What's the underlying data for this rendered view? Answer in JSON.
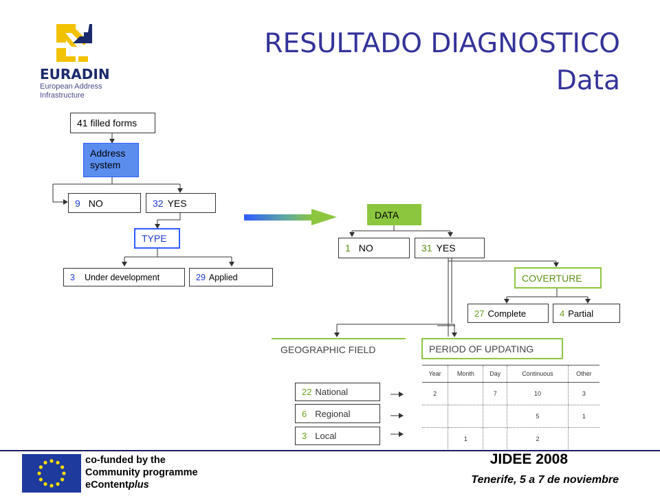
{
  "header": {
    "title_line1": "RESULTADO DIAGNOSTICO",
    "title_line2": "Data",
    "logo": {
      "name": "EURADIN",
      "subtitle_line1": "European Address",
      "subtitle_line2": "Infrastructure"
    }
  },
  "left_tree": {
    "root": "41 filled forms",
    "question_line1": "Address",
    "question_line2": "system",
    "no": {
      "num": "9",
      "label": "NO"
    },
    "yes": {
      "num": "32",
      "label": "YES"
    },
    "type_label": "TYPE",
    "under_dev": {
      "num": "3",
      "label": "Under development"
    },
    "applied": {
      "num": "29",
      "label": "Applied"
    }
  },
  "right_tree": {
    "data_label": "DATA",
    "no": {
      "num": "1",
      "label": "NO"
    },
    "yes": {
      "num": "31",
      "label": "YES"
    },
    "coverture_label": "COVERTURE",
    "complete": {
      "num": "27",
      "label": "Complete"
    },
    "partial": {
      "num": "4",
      "label": "Partial"
    },
    "geographic_label": "GEOGRAPHIC FIELD",
    "period_label": "PERIOD OF UPDATING",
    "geo_items": [
      {
        "num": "22",
        "label": "National"
      },
      {
        "num": "6",
        "label": "Regional"
      },
      {
        "num": "3",
        "label": "Local"
      }
    ]
  },
  "period_table": {
    "headers": [
      "Year",
      "Month",
      "Day",
      "Continuous",
      "Other"
    ],
    "rows": [
      [
        "2",
        "",
        "7",
        "10",
        "3"
      ],
      [
        "",
        "",
        "",
        "5",
        "1"
      ],
      [
        "",
        "1",
        "",
        "2",
        ""
      ]
    ]
  },
  "footer": {
    "cofund_line1": "co-funded by the",
    "cofund_line2": "Community programme",
    "cofund_line3_a": "eContent",
    "cofund_line3_b": "plus",
    "event": "JIDEE 2008",
    "location": "Tenerife, 5 a 7 de noviembre"
  },
  "colors": {
    "title_blue": "#33339a",
    "count_blue": "#1a3cc8",
    "count_green": "#6aa11e",
    "data_box_green": "#8cc63f",
    "address_box_blue": "#5b8dee",
    "eu_flag_blue": "#1e3a9c",
    "eu_star_yellow": "#ffdd00",
    "logo_yellow": "#f2c200"
  }
}
